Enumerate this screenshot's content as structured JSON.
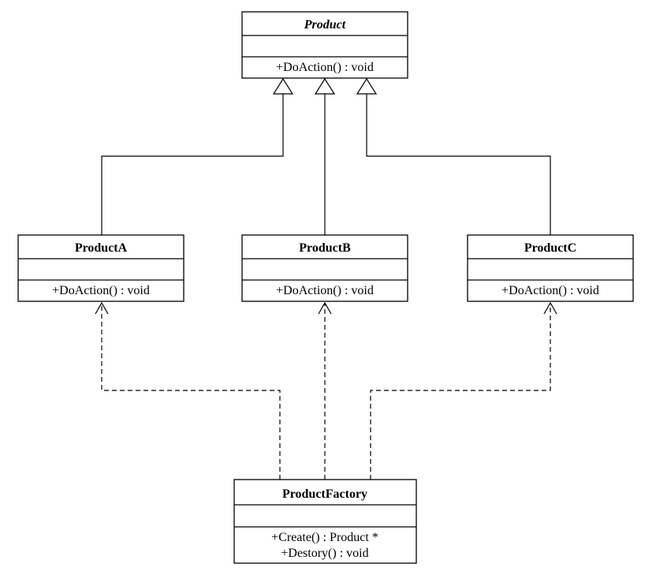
{
  "classes": {
    "product": {
      "name": "Product",
      "operations": [
        "+DoAction() : void"
      ]
    },
    "product_a": {
      "name": "ProductA",
      "operations": [
        "+DoAction() : void"
      ]
    },
    "product_b": {
      "name": "ProductB",
      "operations": [
        "+DoAction() : void"
      ]
    },
    "product_c": {
      "name": "ProductC",
      "operations": [
        "+DoAction() : void"
      ]
    },
    "product_factory": {
      "name": "ProductFactory",
      "operations": [
        "+Create() : Product *",
        "+Destory() : void"
      ]
    }
  }
}
